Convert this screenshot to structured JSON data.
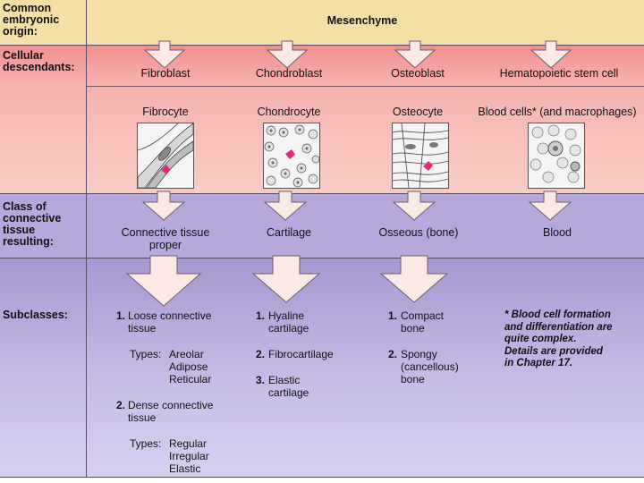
{
  "rows": {
    "origin": "Common\nembryonic\norigin:",
    "cellular": "Cellular\ndescendants:",
    "class": "Class of\nconnective\ntissue\nresulting:",
    "subclasses": "Subclasses:"
  },
  "origin_value": "Mesenchyme",
  "columns": [
    {
      "blast": "Fibroblast",
      "mature": "Fibrocyte",
      "class": "Connective tissue\nproper"
    },
    {
      "blast": "Chondroblast",
      "mature": "Chondrocyte",
      "class": "Cartilage"
    },
    {
      "blast": "Osteoblast",
      "mature": "Osteocyte",
      "class": "Osseous (bone)"
    },
    {
      "blast": "Hematopoietic stem cell",
      "mature": "Blood cells* (and macrophages)",
      "class": "Blood"
    }
  ],
  "subclasses": {
    "ctp": {
      "item1_num": "1.",
      "item1": "Loose connective\ntissue",
      "types1_label": "Types:",
      "types1": "Areolar\nAdipose\nReticular",
      "item2_num": "2.",
      "item2": "Dense connective\ntissue",
      "types2_label": "Types:",
      "types2": "Regular\nIrregular\nElastic"
    },
    "cartilage": {
      "item1_num": "1.",
      "item1": "Hyaline\ncartilage",
      "item2_num": "2.",
      "item2": "Fibrocartilage",
      "item3_num": "3.",
      "item3": "Elastic\ncartilage"
    },
    "bone": {
      "item1_num": "1.",
      "item1": "Compact\nbone",
      "item2_num": "2.",
      "item2": "Spongy\n(cancellous)\nbone"
    },
    "note": "* Blood cell formation\nand differentiation are\nquite complex.\nDetails are provided\nin Chapter 17."
  },
  "colors": {
    "origin_band": "#f4dfa6",
    "cellular_band": "#f28f8f",
    "class_band": "#b7a8dc",
    "subclass_band": "#a797d1",
    "arrow_fill": "#fbe9e6",
    "marker_pink": "#e8287a"
  }
}
